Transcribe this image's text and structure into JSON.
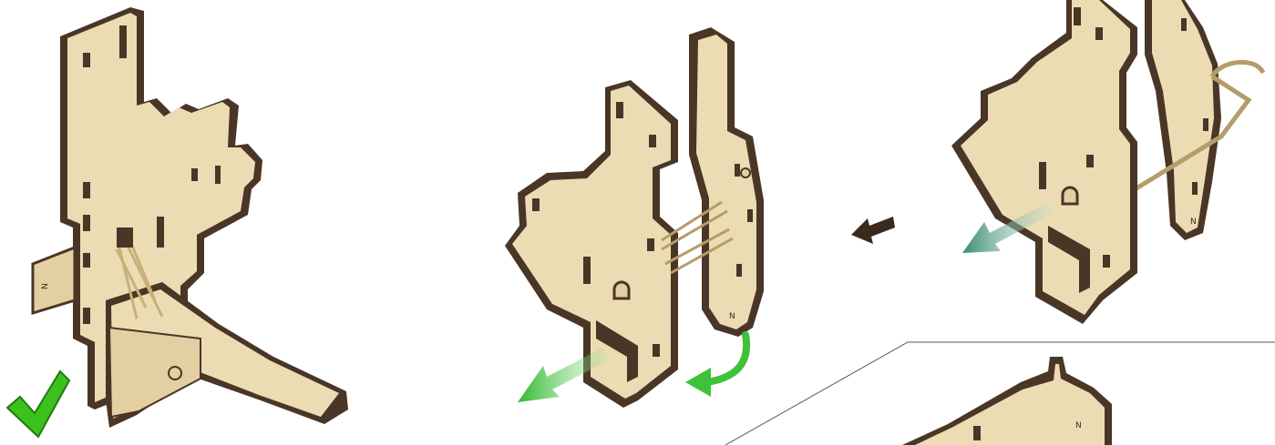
{
  "scene": {
    "steps": [
      {
        "id": "step-final",
        "status": "correct"
      },
      {
        "id": "step-rotate-pull"
      },
      {
        "id": "step-insert-rubber-bands"
      },
      {
        "id": "step-inset-detail"
      }
    ],
    "arrow_colors": {
      "green": "#3fc23a",
      "teal": "#3f8f7a",
      "dark": "#3a2a1c",
      "check": "#3bc21d"
    },
    "wood_colors": {
      "face": "#ecdcb4",
      "face_shade": "#e3cfa2",
      "edge": "#4a3626",
      "slot": "#4a3626"
    },
    "part_marks": [
      {
        "text": "N"
      },
      {
        "text": "N"
      },
      {
        "text": "N"
      },
      {
        "text": "N"
      }
    ]
  }
}
